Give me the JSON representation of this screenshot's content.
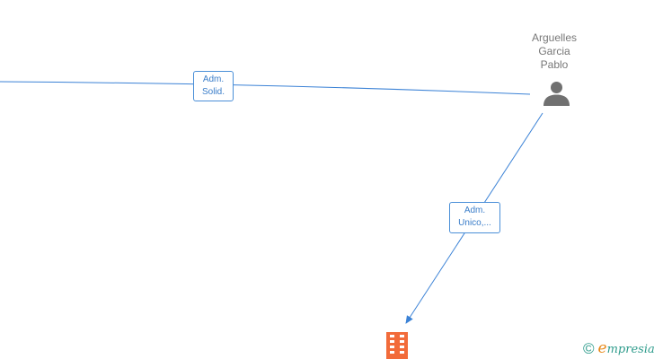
{
  "nodes": {
    "person": {
      "name_lines": [
        "Arguelles",
        "Garcia",
        "Pablo"
      ],
      "icon": "person-icon"
    },
    "company": {
      "icon": "building-icon",
      "color": "#f26b3a"
    }
  },
  "edges": [
    {
      "label_lines": [
        "Adm.",
        "Solid."
      ]
    },
    {
      "label_lines": [
        "Adm.",
        "Unico,..."
      ]
    }
  ],
  "colors": {
    "edge": "#3b82d6",
    "label_border": "#4a8fd8",
    "label_text": "#3a7dc9",
    "person_icon": "#707070",
    "name_text": "#777777"
  },
  "brand": {
    "copyright_symbol": "©",
    "name_initial": "e",
    "name_rest": "mpresia",
    "icon": "copyright-icon",
    "colors": {
      "text": "#2f9c8c",
      "accent": "#e88a1a"
    }
  }
}
